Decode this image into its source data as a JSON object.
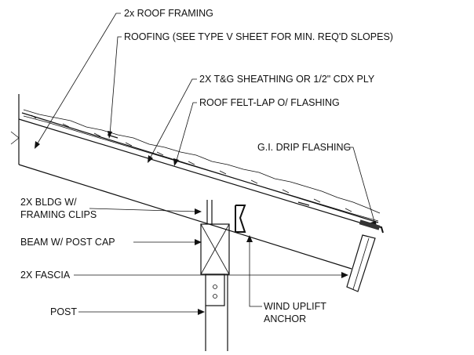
{
  "drawing": {
    "labels": {
      "roof_framing": "2x ROOF FRAMING",
      "roofing": "ROOFING (SEE TYPE V SHEET FOR MIN. REQ'D SLOPES)",
      "sheathing": "2X T&G SHEATHING OR 1/2\" CDX PLY",
      "roof_felt": "ROOF FELT-LAP O/ FLASHING",
      "drip_flashing": "G.I. DRIP FLASHING",
      "bldg_line1": "2X BLDG W/",
      "bldg_line2": "FRAMING CLIPS",
      "beam": "BEAM W/ POST CAP",
      "fascia": "2X FASCIA",
      "post": "POST",
      "anchor_line1": "WIND UPLIFT",
      "anchor_line2": "ANCHOR"
    },
    "colors": {
      "line": "#111111",
      "background": "#ffffff"
    }
  }
}
